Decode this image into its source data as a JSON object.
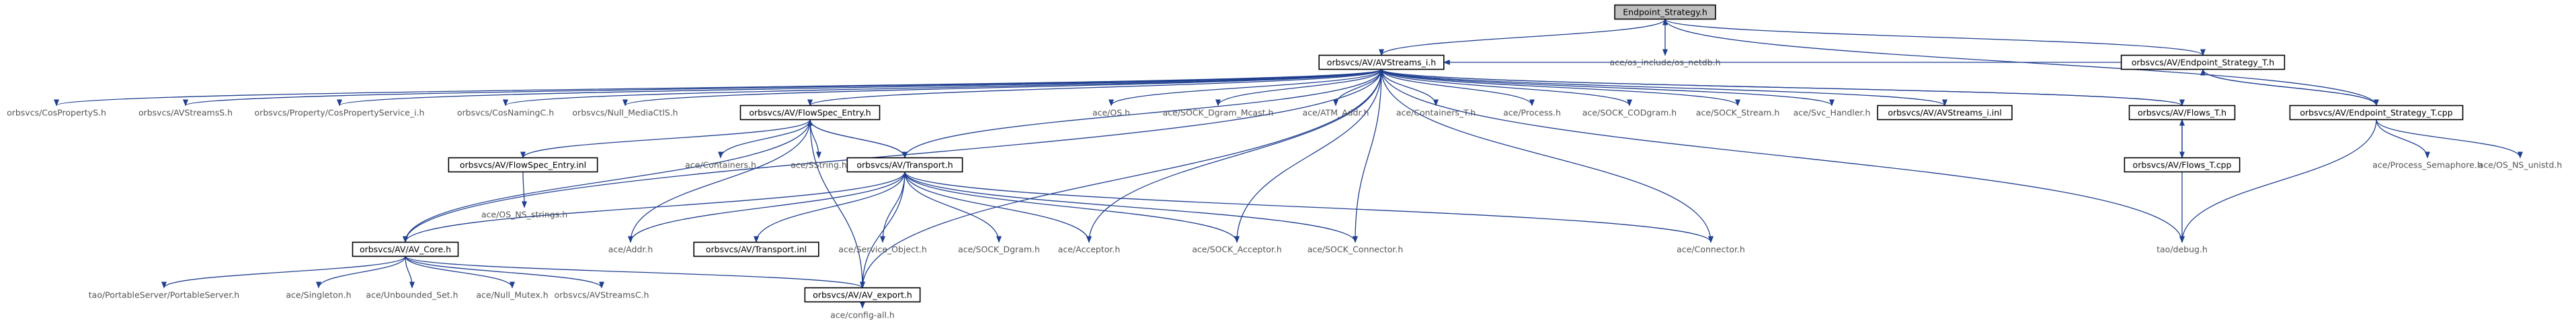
{
  "diagram": {
    "accent_edge_color": "#1f3f8f",
    "root_fill_color": "#bfbfbf",
    "nodes": [
      {
        "id": "root",
        "label": "Endpoint_Strategy.h",
        "style": "root"
      },
      {
        "id": "avstreams_i",
        "label": "orbsvcs/AV/AVStreams_i.h",
        "style": "boxed"
      },
      {
        "id": "os_netdb",
        "label": "ace/os_include/os_netdb.h",
        "style": "plain"
      },
      {
        "id": "endpoint_strategy_t_h",
        "label": "orbsvcs/AV/Endpoint_Strategy_T.h",
        "style": "boxed"
      },
      {
        "id": "cospropertys",
        "label": "orbsvcs/CosPropertyS.h",
        "style": "plain"
      },
      {
        "id": "avstreamss",
        "label": "orbsvcs/AVStreamsS.h",
        "style": "plain"
      },
      {
        "id": "cospropertyservice_i",
        "label": "orbsvcs/Property/CosPropertyService_i.h",
        "style": "plain"
      },
      {
        "id": "cosnamingc",
        "label": "orbsvcs/CosNamingC.h",
        "style": "plain"
      },
      {
        "id": "null_mediactls",
        "label": "orbsvcs/Null_MediaCtlS.h",
        "style": "plain"
      },
      {
        "id": "flowspec_entry_h",
        "label": "orbsvcs/AV/FlowSpec_Entry.h",
        "style": "boxed"
      },
      {
        "id": "os_h",
        "label": "ace/OS.h",
        "style": "plain"
      },
      {
        "id": "sock_dgram_mcast",
        "label": "ace/SOCK_Dgram_Mcast.h",
        "style": "plain"
      },
      {
        "id": "atm_addr",
        "label": "ace/ATM_Addr.h",
        "style": "plain"
      },
      {
        "id": "containers_t",
        "label": "ace/Containers_T.h",
        "style": "plain"
      },
      {
        "id": "process",
        "label": "ace/Process.h",
        "style": "plain"
      },
      {
        "id": "sock_codgram",
        "label": "ace/SOCK_CODgram.h",
        "style": "plain"
      },
      {
        "id": "sock_stream",
        "label": "ace/SOCK_Stream.h",
        "style": "plain"
      },
      {
        "id": "svc_handler",
        "label": "ace/Svc_Handler.h",
        "style": "plain"
      },
      {
        "id": "avstreams_i_inl",
        "label": "orbsvcs/AV/AVStreams_i.inl",
        "style": "boxed"
      },
      {
        "id": "flows_t_h",
        "label": "orbsvcs/AV/Flows_T.h",
        "style": "boxed"
      },
      {
        "id": "endpoint_strategy_t_cpp",
        "label": "orbsvcs/AV/Endpoint_Strategy_T.cpp",
        "style": "boxed"
      },
      {
        "id": "flowspec_entry_inl",
        "label": "orbsvcs/AV/FlowSpec_Entry.inl",
        "style": "boxed"
      },
      {
        "id": "containers_h",
        "label": "ace/Containers.h",
        "style": "plain"
      },
      {
        "id": "sstring",
        "label": "ace/SString.h",
        "style": "plain"
      },
      {
        "id": "transport_h",
        "label": "orbsvcs/AV/Transport.h",
        "style": "boxed"
      },
      {
        "id": "flows_t_cpp",
        "label": "orbsvcs/AV/Flows_T.cpp",
        "style": "boxed"
      },
      {
        "id": "process_semaphore",
        "label": "ace/Process_Semaphore.h",
        "style": "plain"
      },
      {
        "id": "os_ns_unistd",
        "label": "ace/OS_NS_unistd.h",
        "style": "plain"
      },
      {
        "id": "os_ns_strings",
        "label": "ace/OS_NS_strings.h",
        "style": "plain"
      },
      {
        "id": "av_core",
        "label": "orbsvcs/AV/AV_Core.h",
        "style": "boxed"
      },
      {
        "id": "addr",
        "label": "ace/Addr.h",
        "style": "plain"
      },
      {
        "id": "transport_inl",
        "label": "orbsvcs/AV/Transport.inl",
        "style": "boxed"
      },
      {
        "id": "service_object",
        "label": "ace/Service_Object.h",
        "style": "plain"
      },
      {
        "id": "sock_dgram",
        "label": "ace/SOCK_Dgram.h",
        "style": "plain"
      },
      {
        "id": "acceptor",
        "label": "ace/Acceptor.h",
        "style": "plain"
      },
      {
        "id": "sock_acceptor",
        "label": "ace/SOCK_Acceptor.h",
        "style": "plain"
      },
      {
        "id": "sock_connector",
        "label": "ace/SOCK_Connector.h",
        "style": "plain"
      },
      {
        "id": "connector",
        "label": "ace/Connector.h",
        "style": "plain"
      },
      {
        "id": "tao_debug",
        "label": "tao/debug.h",
        "style": "plain"
      },
      {
        "id": "portableserver",
        "label": "tao/PortableServer/PortableServer.h",
        "style": "plain"
      },
      {
        "id": "singleton",
        "label": "ace/Singleton.h",
        "style": "plain"
      },
      {
        "id": "unbounded_set",
        "label": "ace/Unbounded_Set.h",
        "style": "plain"
      },
      {
        "id": "null_mutex",
        "label": "ace/Null_Mutex.h",
        "style": "plain"
      },
      {
        "id": "avstreamsc",
        "label": "orbsvcs/AVStreamsC.h",
        "style": "plain"
      },
      {
        "id": "av_export",
        "label": "orbsvcs/AV/AV_export.h",
        "style": "boxed"
      },
      {
        "id": "config_all",
        "label": "ace/config-all.h",
        "style": "plain"
      }
    ]
  }
}
